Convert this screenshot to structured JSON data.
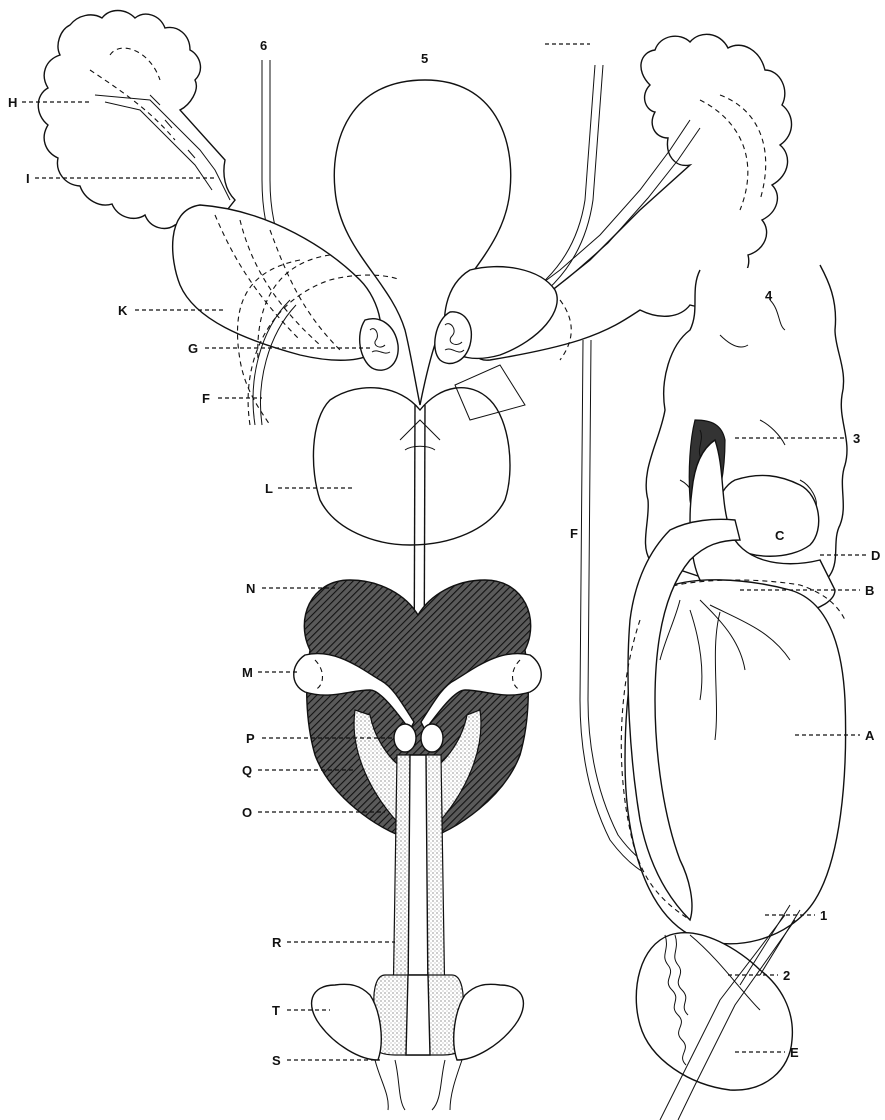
{
  "labels": {
    "H": "H",
    "I": "I",
    "K": "K",
    "G": "G",
    "F_left": "F",
    "L": "L",
    "N": "N",
    "M": "M",
    "P": "P",
    "Q": "Q",
    "O": "O",
    "R": "R",
    "T": "T",
    "S": "S",
    "num6": "6",
    "num5": "5",
    "num4": "4",
    "num3": "3",
    "num1": "1",
    "num2": "2",
    "F_mid": "F",
    "C": "C",
    "D": "D",
    "B": "B",
    "A": "A",
    "E": "E"
  },
  "colors": {
    "ink": "#111111",
    "background": "#ffffff"
  }
}
